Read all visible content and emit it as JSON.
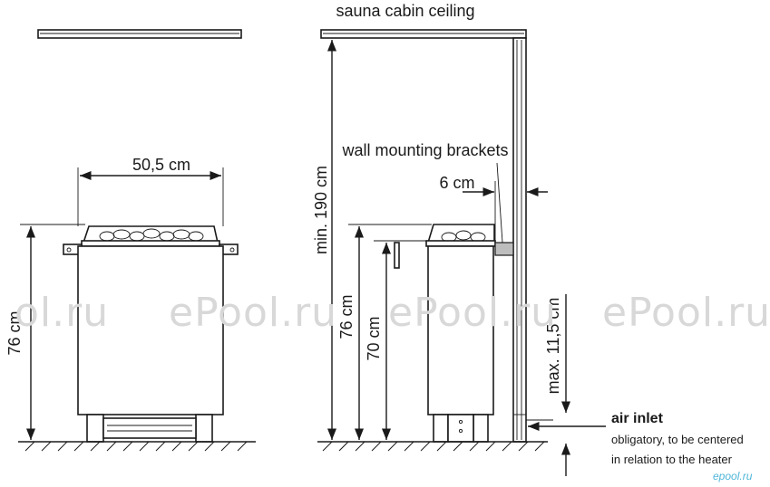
{
  "labels": {
    "ceiling": "sauna cabin ceiling",
    "width": "50,5 cm",
    "height_left": "76 cm",
    "min_ceiling": "min. 190 cm",
    "brackets": "wall mounting brackets",
    "gap": "6 cm",
    "height_right": "76 cm",
    "bracket_height": "70 cm",
    "max_inlet": "max. 11,5 cm",
    "air_inlet_title": "air inlet",
    "air_inlet_line1": "obligatory, to be centered",
    "air_inlet_line2": "in relation to the heater"
  },
  "watermarks": {
    "main": "ePool.ru",
    "partial": "ol.ru",
    "corner": "epool.ru"
  }
}
